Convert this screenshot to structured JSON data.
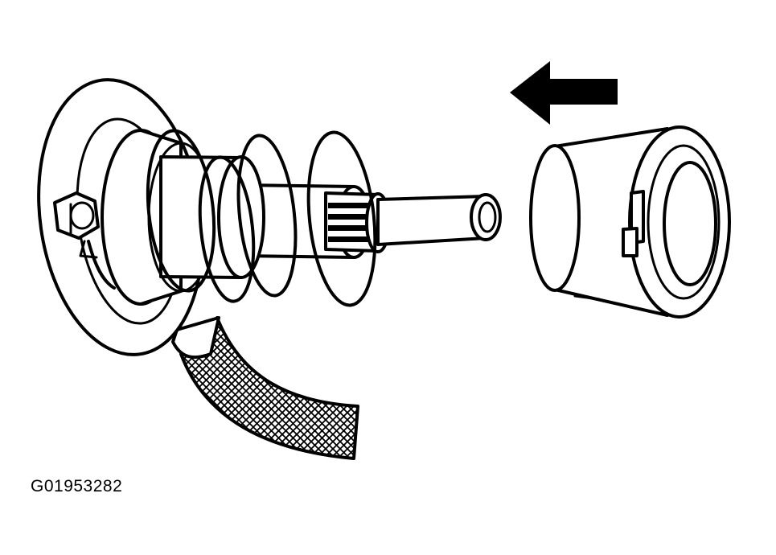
{
  "figure": {
    "code": "G01953282",
    "arrow_direction": "left",
    "line_color": "#000000",
    "background_color": "#ffffff",
    "components": [
      "base-plate",
      "bolt-icon",
      "wire-harness",
      "shaft",
      "return-spring",
      "splined-pinion",
      "drive-collar",
      "direction-arrow-icon"
    ]
  }
}
